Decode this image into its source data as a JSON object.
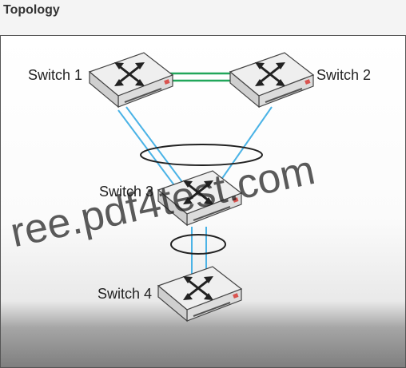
{
  "title": "Topology",
  "switches": {
    "s1": "Switch 1",
    "s2": "Switch 2",
    "s3": "Switch 3",
    "s4": "Switch 4"
  },
  "watermark": "ree.pdf4test.com",
  "colors": {
    "trunk_green": "#21a65a",
    "trunk_blue": "#4bb3e6",
    "switch_body": "#e8e8e8",
    "switch_led": "#d9534f"
  },
  "icons": {
    "switch": "network-switch-icon"
  }
}
